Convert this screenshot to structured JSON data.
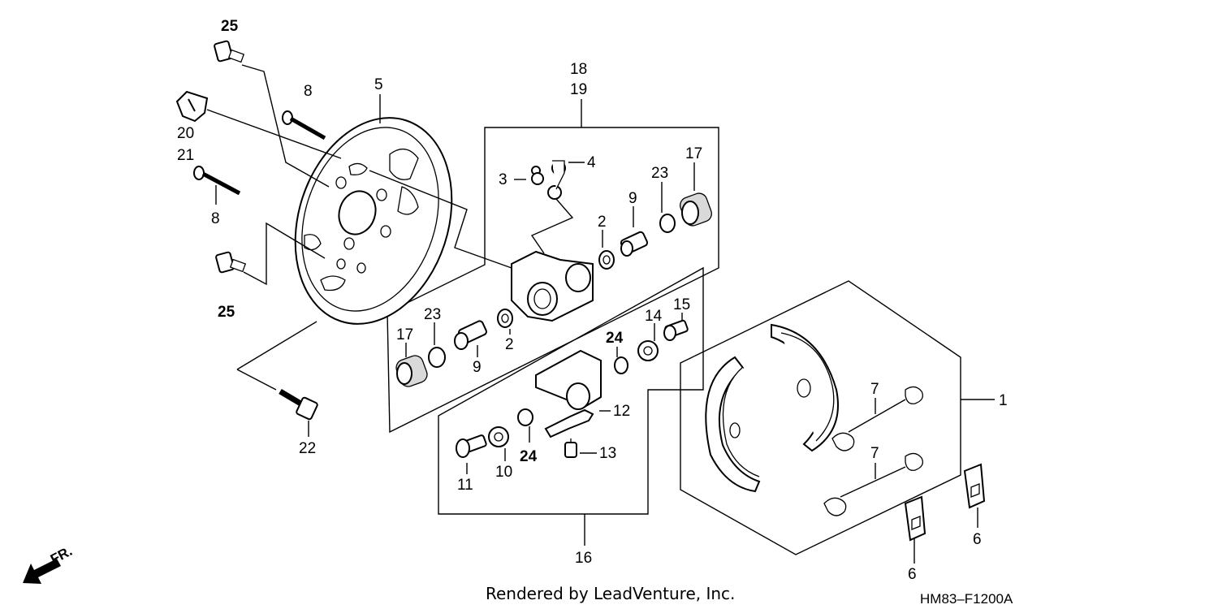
{
  "labels": {
    "p1": "1",
    "p2a": "2",
    "p2b": "2",
    "p3": "3",
    "p4": "4",
    "p5": "5",
    "p6a": "6",
    "p6b": "6",
    "p7a": "7",
    "p7b": "7",
    "p8a": "8",
    "p8b": "8",
    "p9a": "9",
    "p9b": "9",
    "p10": "10",
    "p11": "11",
    "p12": "12",
    "p13": "13",
    "p14": "14",
    "p15": "15",
    "p16": "16",
    "p17a": "17",
    "p17b": "17",
    "p18": "18",
    "p19": "19",
    "p20": "20",
    "p21": "21",
    "p22": "22",
    "p23a": "23",
    "p23b": "23",
    "p24a": "24",
    "p24b": "24",
    "p25a": "25",
    "p25b": "25"
  },
  "direction_label": "FR.",
  "credit": "Rendered by LeadVenture, Inc.",
  "diagram_code": "HM83–F1200A"
}
